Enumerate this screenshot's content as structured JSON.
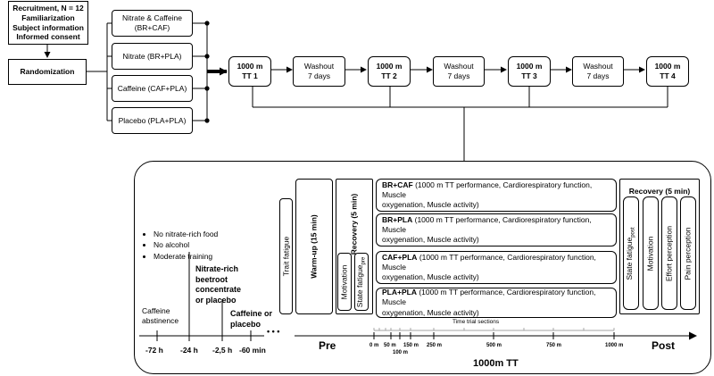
{
  "recruitment": {
    "lines": [
      "Recruitment, N = 12",
      "Familiarization",
      "Subject information",
      "Informed consent"
    ]
  },
  "randomization": "Randomization",
  "arms": [
    {
      "line1": "Nitrate & Caffeine",
      "line2": "(BR+CAF)"
    },
    {
      "line1": "Nitrate (BR+PLA)",
      "line2": ""
    },
    {
      "line1": "Caffeine (CAF+PLA)",
      "line2": ""
    },
    {
      "line1": "Placebo (PLA+PLA)",
      "line2": ""
    }
  ],
  "trials": [
    {
      "line1": "1000 m",
      "line2": "TT 1"
    },
    {
      "line1": "1000 m",
      "line2": "TT 2"
    },
    {
      "line1": "1000 m",
      "line2": "TT 3"
    },
    {
      "line1": "1000 m",
      "line2": "TT 4"
    }
  ],
  "washout": {
    "line1": "Washout",
    "line2": "7 days"
  },
  "prep": {
    "bullets": [
      "No nitrate-rich food",
      "No alcohol",
      "Moderate training"
    ],
    "caffeine_abstinence": [
      "Caffeine",
      "abstinence"
    ],
    "nitrate": [
      "Nitrate-rich",
      "beetroot",
      "concentrate",
      "or placebo"
    ],
    "caffeine_placebo": [
      "Caffeine or",
      "placebo"
    ]
  },
  "pre": {
    "trait_fatigue": "Trait fatigue",
    "warmup": "Warm-up (15 min)",
    "recovery": "Recovery (5 min)",
    "motivation": "Motivation",
    "state_fatigue": "State fatigue",
    "state_fatigue_sub": "pre"
  },
  "conditions": [
    {
      "code": "BR+CAF",
      "desc1": "(1000 m TT performance, Cardiorespiratory function, Muscle",
      "desc2": "oxygenation, Muscle activity)"
    },
    {
      "code": "BR+PLA",
      "desc1": "(1000 m TT performance, Cardiorespiratory function, Muscle",
      "desc2": "oxygenation, Muscle activity)"
    },
    {
      "code": "CAF+PLA",
      "desc1": "(1000 m TT performance, Cardiorespiratory function, Muscle",
      "desc2": "oxygenation, Muscle activity)"
    },
    {
      "code": "PLA+PLA",
      "desc1": "(1000 m TT performance, Cardiorespiratory function, Muscle",
      "desc2": "oxygenation, Muscle activity)"
    }
  ],
  "post": {
    "recovery": "Recovery (5 min)",
    "state_fatigue": "State fatigue",
    "state_fatigue_sub": "post",
    "motivation": "Motivation",
    "effort": "Effort perception",
    "pain": "Pain perception"
  },
  "timeline": {
    "labels": [
      "-72 h",
      "-24 h",
      "-2,5 h",
      "-60 min"
    ],
    "dots": "• • •",
    "pre": "Pre",
    "post": "Post",
    "tt": "1000m TT",
    "sections": "Time trial sections",
    "distances": [
      "0 m",
      "50 m",
      "100 m",
      "150 m",
      "250 m",
      "500 m",
      "750 m",
      "1000 m"
    ]
  }
}
